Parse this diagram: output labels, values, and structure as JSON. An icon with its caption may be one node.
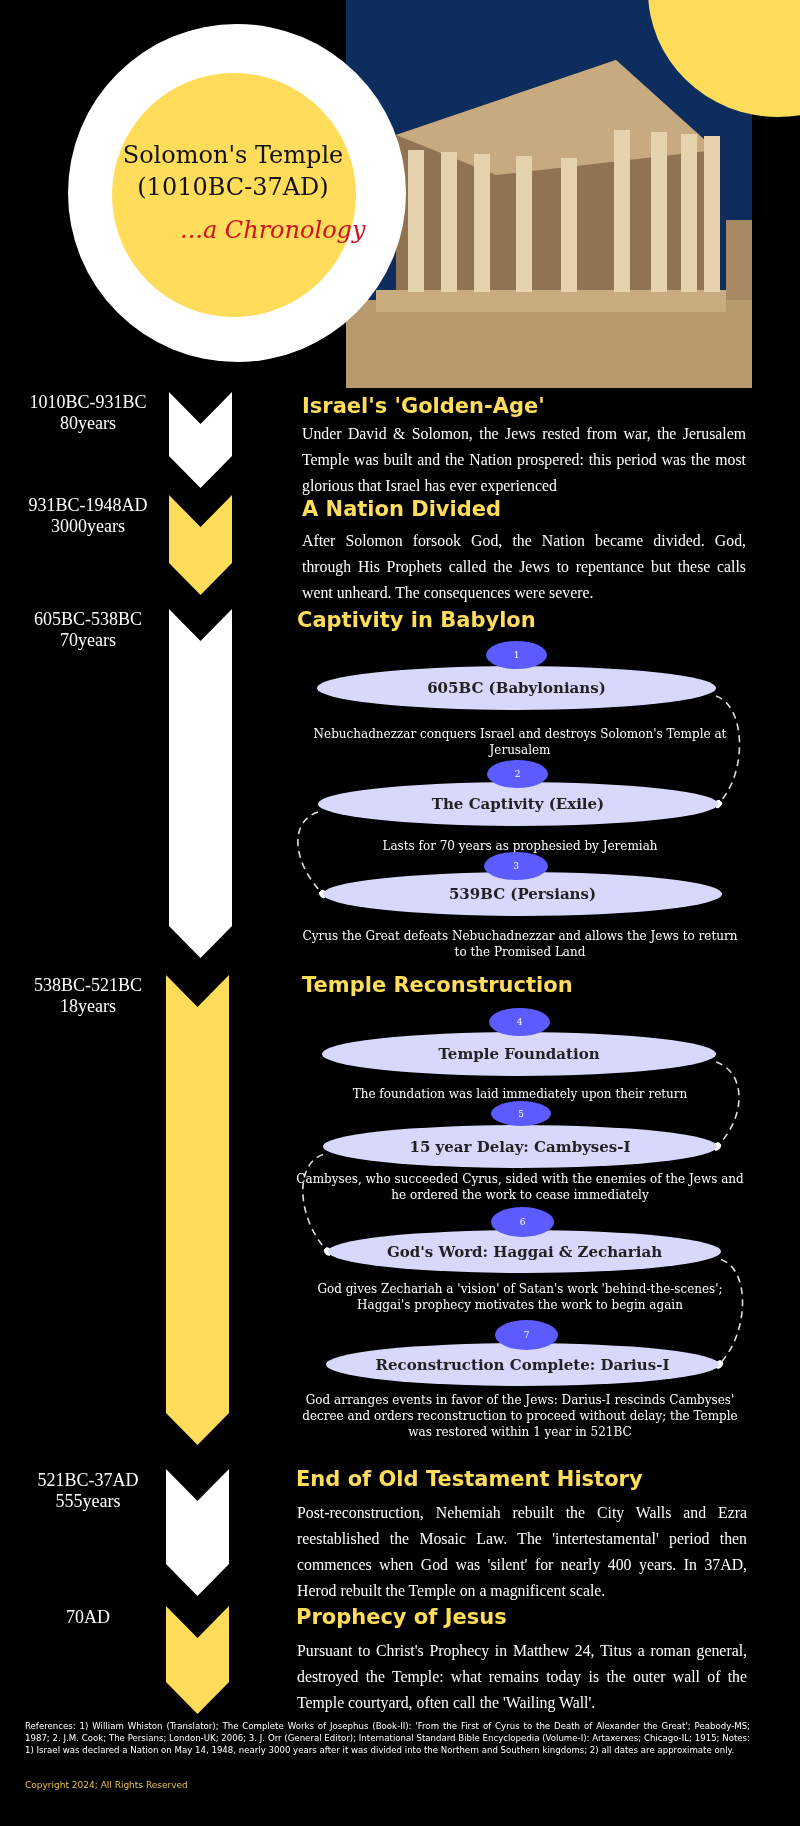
{
  "diagram": {
    "nodes": [
      {
        "text": [
          "Solomon's Temple (1010BC-37AD)",
          "...a Chronology"
        ]
      },
      {
        "text": [
          "1"
        ]
      },
      {
        "text": [
          "605BC (Babylonians)"
        ]
      },
      {
        "text": [
          "2"
        ]
      },
      {
        "text": [
          "The Captivity (Exile)"
        ]
      },
      {
        "text": [
          "3"
        ]
      },
      {
        "text": [
          "539BC (Persians)"
        ]
      },
      {
        "text": [
          "4"
        ]
      },
      {
        "text": [
          "Temple Foundation"
        ]
      },
      {
        "text": [
          "5"
        ]
      },
      {
        "text": [
          "15 year Delay: Cambyses-I"
        ]
      },
      {
        "text": [
          "6"
        ]
      },
      {
        "text": [
          "God's Word: Haggai & Zechariah"
        ]
      },
      {
        "text": [
          "7"
        ]
      },
      {
        "text": [
          "Reconstruction Complete: Darius-I"
        ]
      }
    ],
    "edges": [
      {
        "from": 2,
        "to": 4,
        "arrow": "other",
        "style": "dashed"
      },
      {
        "from": 4,
        "to": 6,
        "arrow": "other",
        "style": "dashed"
      },
      {
        "from": 8,
        "to": 10,
        "arrow": "other",
        "style": "dashed"
      },
      {
        "from": 10,
        "to": 12,
        "arrow": "other",
        "style": "dashed"
      },
      {
        "from": 12,
        "to": 14,
        "arrow": "other",
        "style": "dashed"
      }
    ],
    "labels": [
      "1010BC-931BC",
      "80years",
      "Israel's 'Golden-Age'",
      "Under David & Solomon, the Jews rested from war, the Jerusalem Temple was built and the Nation prospered: this period was the most glorious that Israel has ever experienced",
      "931BC-1948AD",
      "3000years",
      "A Nation Divided",
      "After Solomon forsook God, the Nation became divided. God, through His Prophets called the Jews to repentance but these calls went unheard.  The consequences were severe.",
      "605BC-538BC",
      "70years",
      "Captivity in Babylon",
      "Nebuchadnezzar conquers Israel and destroys Solomon's Temple at Jerusalem",
      "Lasts for 70 years as prophesied by Jeremiah",
      "Cyrus the Great defeats Nebuchadnezzar and allows the Jews to return to the Promised Land",
      "538BC-521BC",
      "18years",
      "Temple Reconstruction",
      "The foundation was laid immediately upon their return",
      "Cambyses, who succeeded Cyrus, sided with the enemies of the Jews and he ordered the work to cease immediately",
      "God gives Zechariah a 'vision' of Satan's work 'behind-the-scenes'; Haggai's prophecy motivates the work to begin again",
      "God arranges events in favor of the Jews: Darius-I rescinds Cambyses' decree and orders reconstruction to proceed without delay; the Temple was restored within 1 year in 521BC",
      "521BC-37AD",
      "555years",
      "End of Old Testament History",
      "Post-reconstruction, Nehemiah rebuilt the City Walls and Ezra reestablished the Mosaic Law. The 'intertestamental' period then commences when God was 'silent' for nearly 400 years. In 37AD, Herod rebuilt the Temple on a magnificent scale.",
      "70AD",
      "Prophecy of Jesus",
      "Pursuant to Christ's Prophecy in Matthew 24, Titus a roman general, destroyed the Temple: what remains today is the outer wall of the Temple courtyard, often call the 'Wailing Wall'.",
      "References: 1) William Whiston (Translator); The Complete Works of Josephus (Book-II): 'From the First of Cyrus to the Death of Alexander the Great'; Peabody-MS; 1987; 2. J.M. Cook; The Persians; London-UK; 2006; 3. J. Orr (General Editor); International Standard Bible Encyclopedia (Volume-I): Artaxerxes; Chicago-IL; 1915; Notes: 1) Israel was declared a Nation on May 14, 1948, nearly 3000 years after it was divided into the Northern and Southern kingdoms; 2) all dates are approximate only.",
      "Copyright 2024; All Rights Reserved"
    ]
  }
}
